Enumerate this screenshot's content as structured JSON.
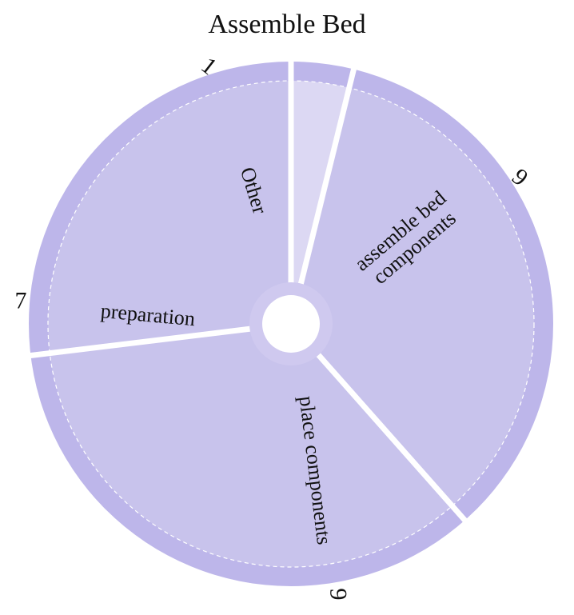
{
  "chart_data": {
    "type": "pie",
    "style": "donut",
    "title": "Assemble Bed",
    "slices": [
      {
        "label": "Other",
        "value": 1,
        "value_label": "1",
        "color": "#dcd8f3"
      },
      {
        "label": "assemble bed components",
        "value": 9,
        "value_label": "9",
        "color": "#c8c3ec"
      },
      {
        "label": "place components",
        "value": 9,
        "value_label": "9",
        "color": "#c8c3ec"
      },
      {
        "label": "preparation",
        "value": 7,
        "value_label": "7",
        "color": "#c8c3ec"
      }
    ],
    "rim_color": "#bdb6ea",
    "separator_color": "#ffffff"
  }
}
